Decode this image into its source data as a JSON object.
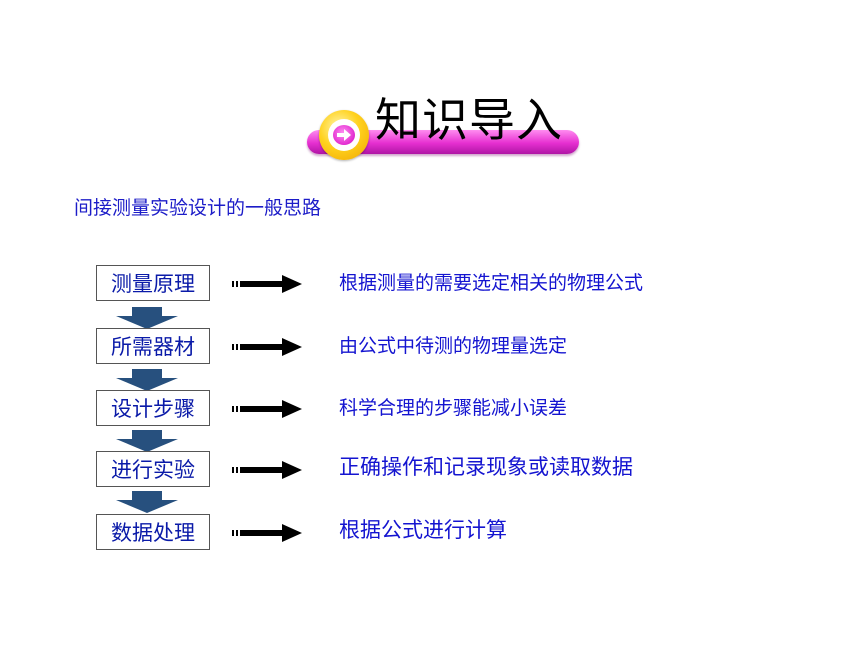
{
  "banner": {
    "title": "知识导入",
    "icon": "arrow-right-icon",
    "colors": {
      "bar": "#e62fd0",
      "circle": "#ffd21e"
    }
  },
  "subtitle": "间接测量实验设计的一般思路",
  "steps": [
    {
      "label": "测量原理",
      "description": "根据测量的需要选定相关的物理公式"
    },
    {
      "label": "所需器材",
      "description": "由公式中待测的物理量选定"
    },
    {
      "label": "设计步骤",
      "description": "科学合理的步骤能减小误差"
    },
    {
      "label": "进行实验",
      "description": "正确操作和记录现象或读取数据"
    },
    {
      "label": "数据处理",
      "description": "根据公式进行计算"
    }
  ],
  "colors": {
    "text_blue": "#1414d0",
    "box_text": "#0a1aa8",
    "down_arrow": "#27507e",
    "right_arrow": "#000000"
  }
}
